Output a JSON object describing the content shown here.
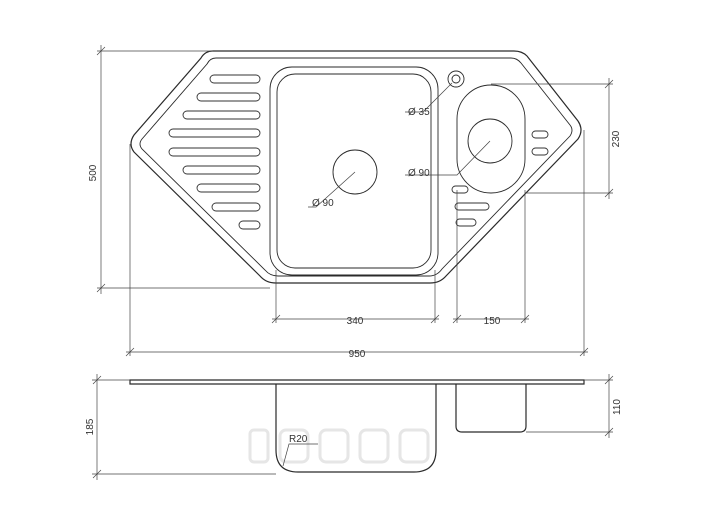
{
  "drawing": {
    "watermark_text": "IDDIS",
    "dims": {
      "width_total": "950",
      "main_bowl_width": "340",
      "small_bowl_width": "150",
      "height_total": "500",
      "small_bowl_height": "230",
      "depth_total": "185",
      "small_bowl_depth": "110",
      "tap_hole": "Ø 35",
      "drain_main": "Ø 90",
      "drain_small": "Ø 90",
      "corner_radius": "R20"
    }
  }
}
